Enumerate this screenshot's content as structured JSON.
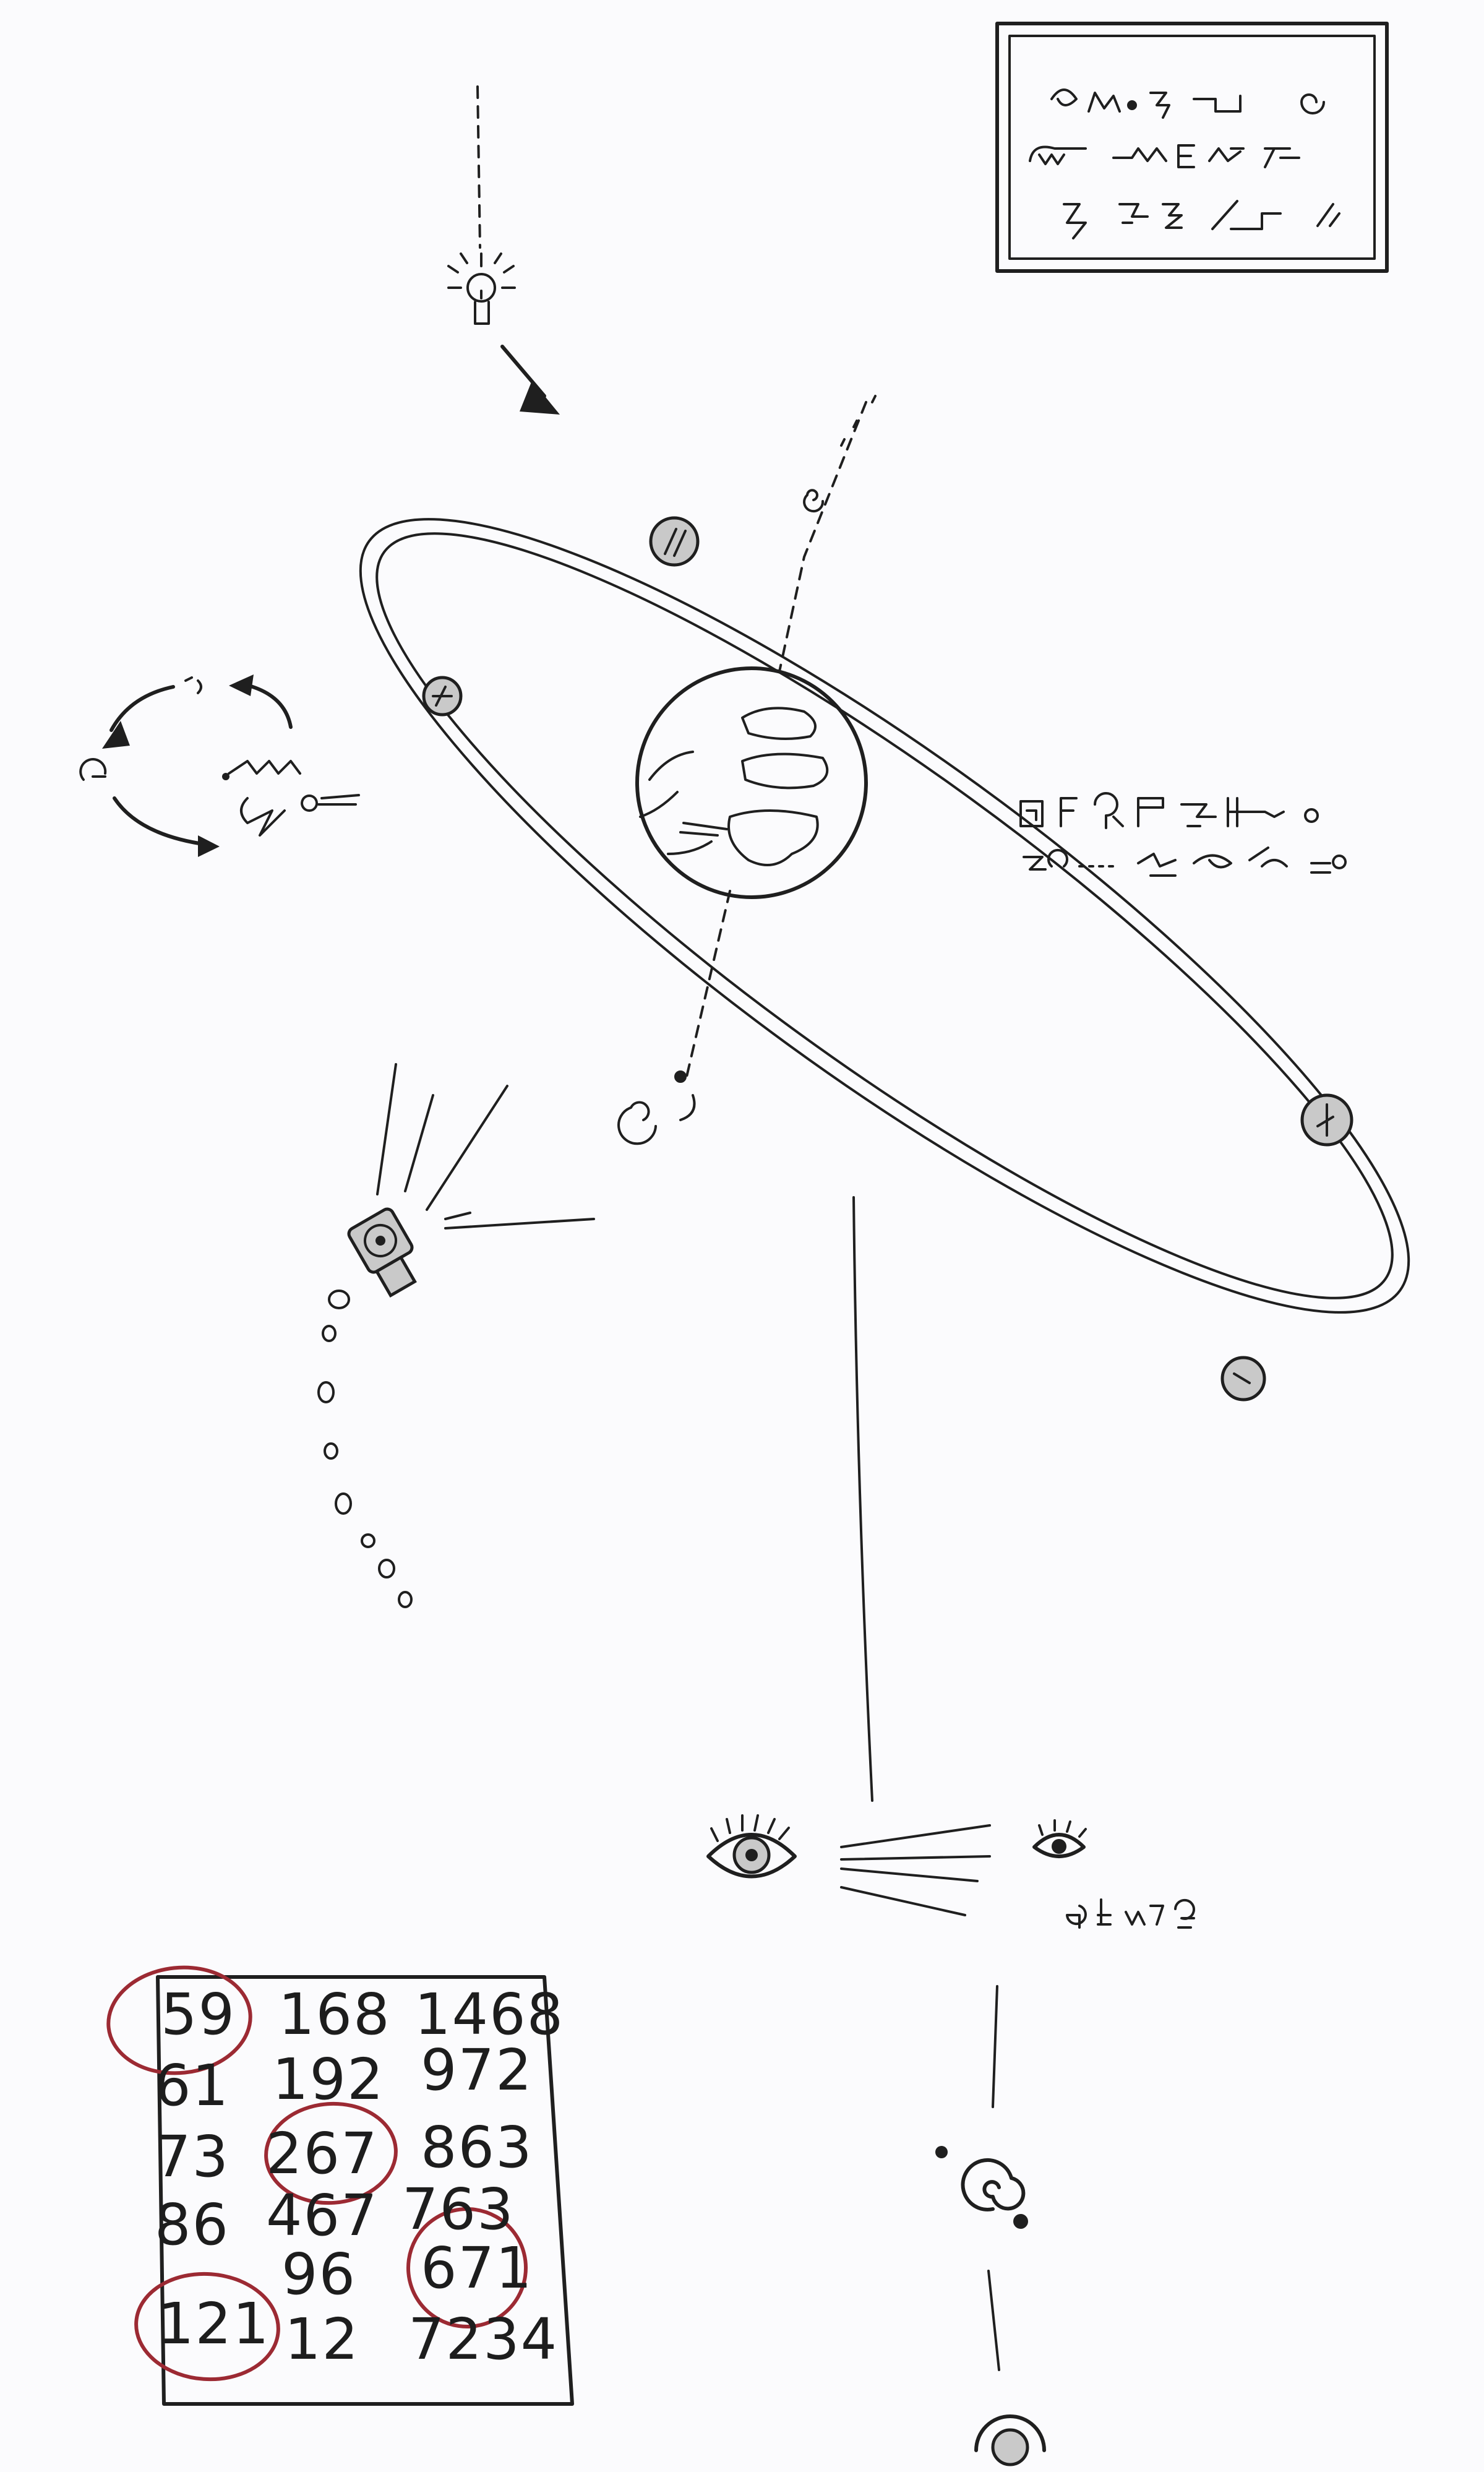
{
  "numbers_grid": {
    "columns": [
      [
        "59",
        "61",
        "73",
        "86",
        "121"
      ],
      [
        "168",
        "192",
        "267",
        "467",
        "96",
        "12"
      ],
      [
        "1468",
        "972",
        "863",
        "763",
        "671",
        "7234"
      ]
    ],
    "circled": [
      "59",
      "267",
      "671",
      "121"
    ],
    "ring_color": "#9c2a33"
  },
  "colors": {
    "ink": "#1f1f1f",
    "planet_grey": "#c9c9c9",
    "background": "#fbfbfd"
  },
  "icons": [
    "lightbulb-icon",
    "arrow-icon",
    "earth-icon",
    "orbit-ring",
    "moon-icon",
    "cycle-arrows-icon",
    "rocket-icon",
    "eye-icon",
    "spiral-icon",
    "glyph-panel"
  ]
}
